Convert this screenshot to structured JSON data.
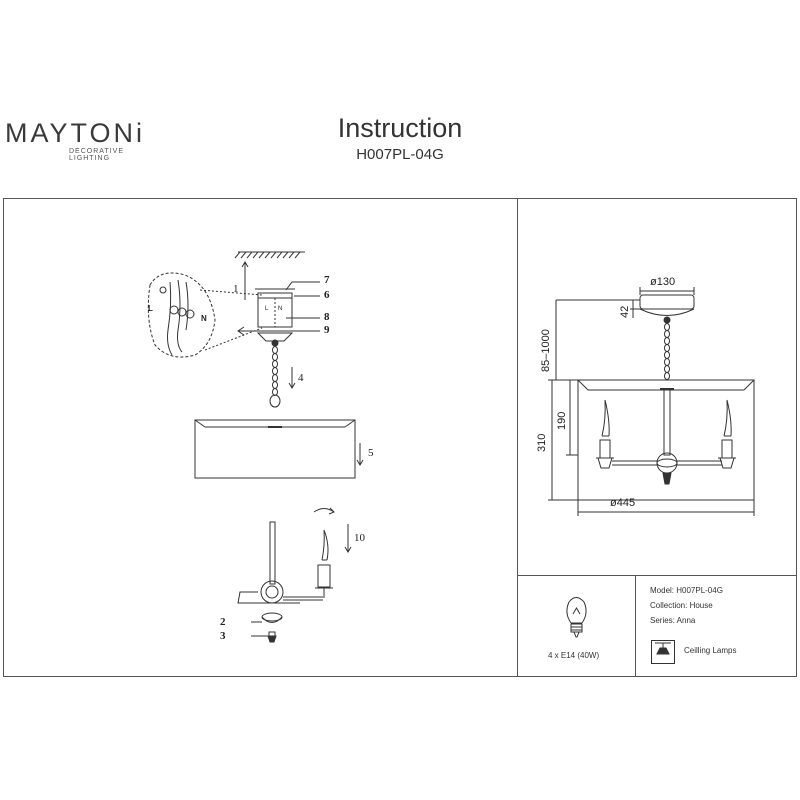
{
  "header": {
    "brand": "MAYTONi",
    "brand_sub": "DECORATIVE LIGHTING",
    "title": "Instruction",
    "model": "H007PL-04G"
  },
  "assembly": {
    "callouts": [
      "1",
      "2",
      "3",
      "4",
      "5",
      "6",
      "7",
      "8",
      "9",
      "10"
    ],
    "wire_labels": [
      "L",
      "N"
    ],
    "wire_labels_small": [
      "L",
      "N"
    ]
  },
  "dimensions": {
    "canopy_diameter": "ø130",
    "canopy_height": "42",
    "height_range": "85–1000",
    "total_height": "310",
    "shade_height": "190",
    "shade_diameter": "ø445"
  },
  "spec": {
    "model": "Model: H007PL-04G",
    "collection": "Collection: House",
    "series": "Series: Anna",
    "bulbs": "4 x E14 (40W)",
    "category": "Ceilling Lamps"
  },
  "icons": [
    "lightbulb-icon",
    "ceiling-lamp-icon"
  ]
}
